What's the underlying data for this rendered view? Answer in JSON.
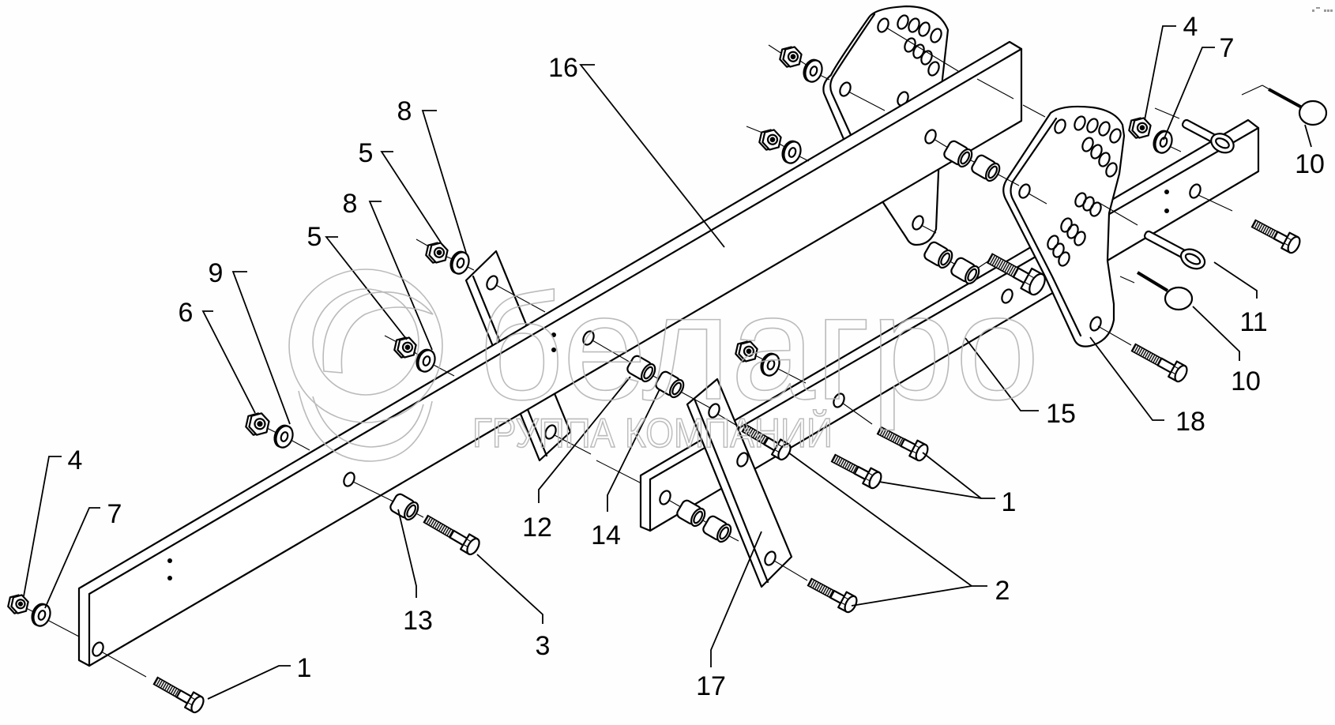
{
  "callouts": [
    {
      "label": "16"
    },
    {
      "label": "8"
    },
    {
      "label": "5"
    },
    {
      "label": "8"
    },
    {
      "label": "5"
    },
    {
      "label": "9"
    },
    {
      "label": "6"
    },
    {
      "label": "4"
    },
    {
      "label": "7"
    },
    {
      "label": "1"
    },
    {
      "label": "13"
    },
    {
      "label": "3"
    },
    {
      "label": "12"
    },
    {
      "label": "14"
    },
    {
      "label": "17"
    },
    {
      "label": "2"
    },
    {
      "label": "1"
    },
    {
      "label": "15"
    },
    {
      "label": "18"
    },
    {
      "label": "10"
    },
    {
      "label": "11"
    },
    {
      "label": "10"
    },
    {
      "label": "7"
    },
    {
      "label": "4"
    }
  ],
  "watermark": {
    "brand": "белагро",
    "tagline": "ГРУППА КОМПАНИЙ"
  }
}
